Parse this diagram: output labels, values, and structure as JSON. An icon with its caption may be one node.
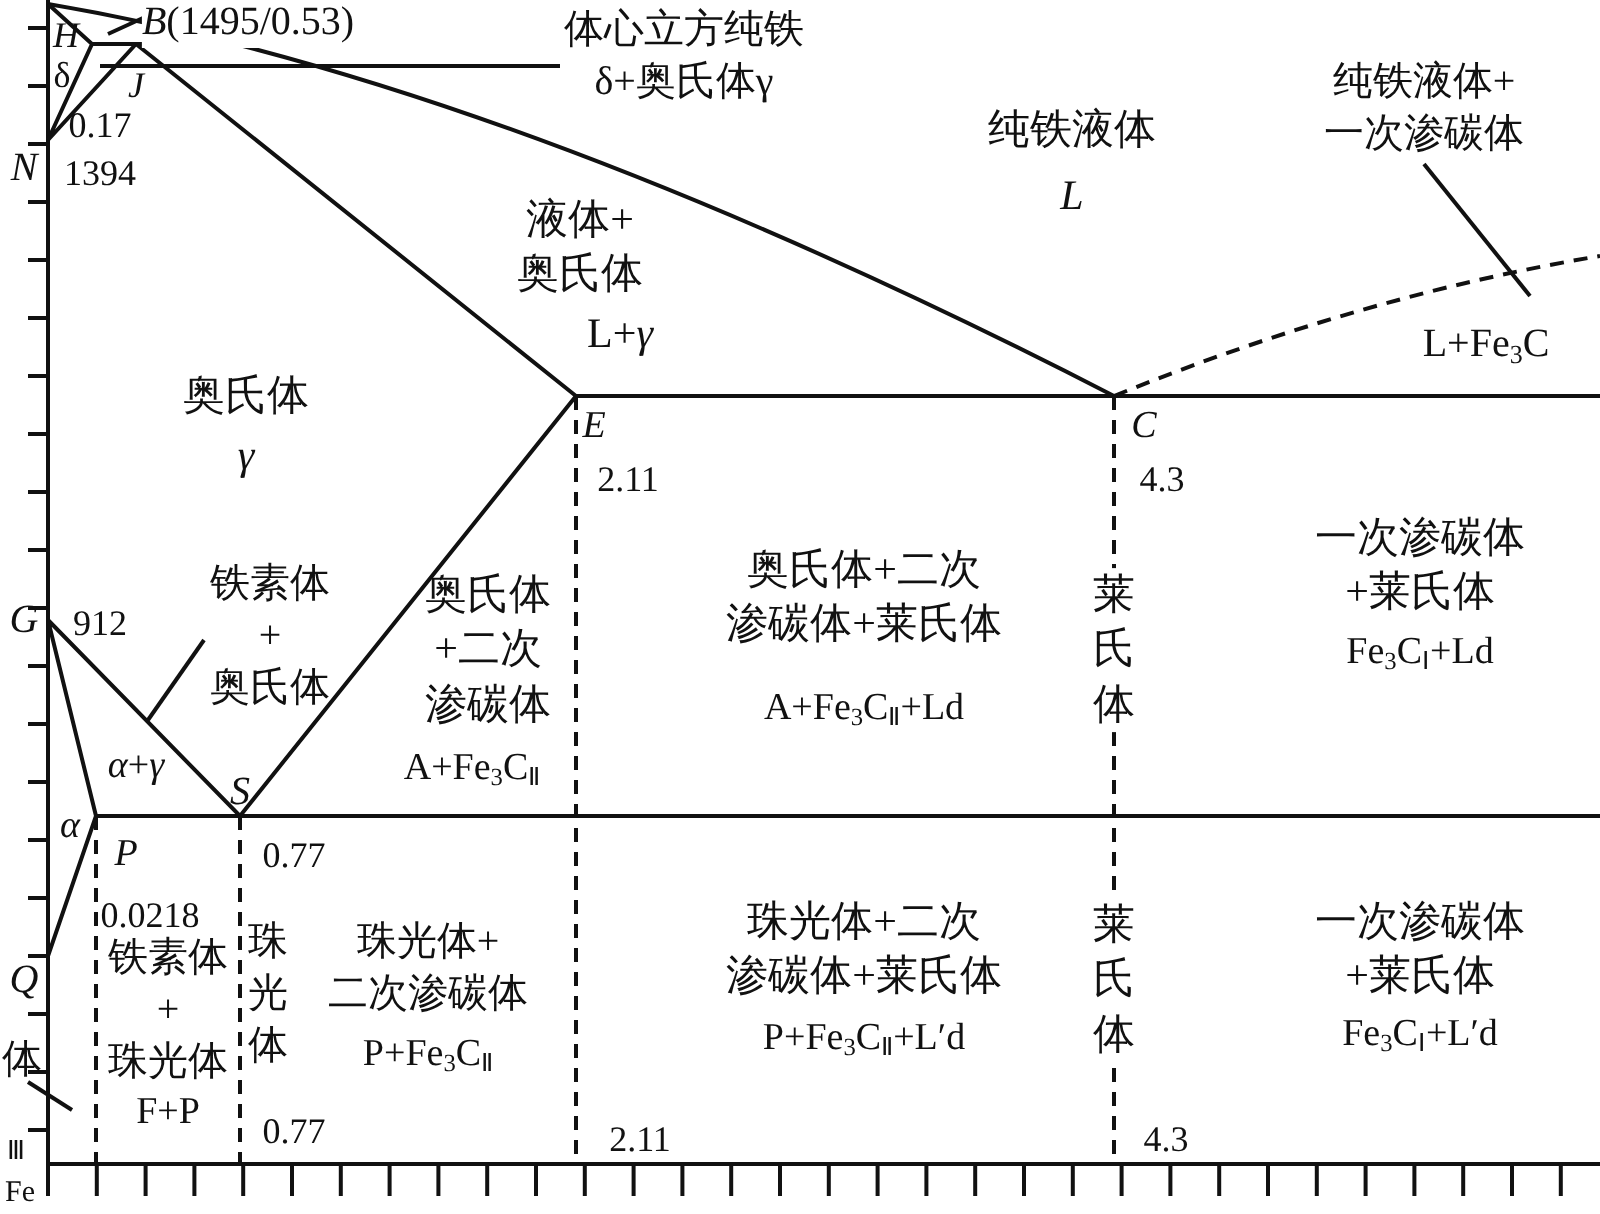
{
  "diagram": {
    "nodes": [
      {
        "text": [
          "*B*(1495/0.53)"
        ]
      },
      {
        "text": [
          "体心立方纯铁",
          "δ+奥氏体γ"
        ]
      },
      {
        "text": [
          "纯铁液体+一次渗碳体"
        ]
      },
      {
        "text": [
          "铁素体+奥氏体"
        ]
      },
      {
        "text": [
          "体"
        ]
      }
    ],
    "edges": [
      {
        "from": 0,
        "to": null,
        "arrow": "none"
      },
      {
        "from": 1,
        "to": null,
        "arrow": "none"
      },
      {
        "from": 2,
        "to": null,
        "arrow": "none"
      },
      {
        "from": 3,
        "to": null,
        "arrow": "none"
      },
      {
        "from": 4,
        "to": null,
        "arrow": "none"
      }
    ],
    "labels": [
      "H",
      "δ",
      "J",
      "0.17",
      "N",
      "1394",
      "纯铁液体",
      "L",
      "液体+奥氏体",
      "L+*γ*",
      "L+Fe$_{3}$C",
      "奥氏体",
      "γ",
      "E",
      "2.11",
      "C",
      "4.3",
      "G",
      "912",
      "奥氏体+二次渗碳体",
      "A+Fe$_{3}$C$_{Ⅱ}$",
      "奥氏体+二次渗碳体+莱氏体",
      "A+Fe$_{3}$C$_{Ⅱ}$+Ld",
      "莱氏体",
      "一次渗碳体+莱氏体",
      "Fe$_{3}$C$_{Ⅰ}$+Ld",
      "*α*+*γ*",
      "S",
      "α",
      "P",
      "0.77",
      "0.0218",
      "铁素体+珠光体",
      "F+P",
      "珠光体",
      "珠光体+二次渗碳体",
      "P+Fe$_{3}$C$_{Ⅱ}$",
      "0.77",
      "Q",
      "Ⅲ",
      "Fe",
      "2.11",
      "珠光体+二次渗碳体+莱氏体",
      "P+Fe$_{3}$C$_{Ⅱ}$+L′d",
      "莱氏体",
      "4.3",
      "一次渗碳体+莱氏体",
      "Fe$_{3}$C$_{Ⅰ}$+L′d"
    ]
  }
}
